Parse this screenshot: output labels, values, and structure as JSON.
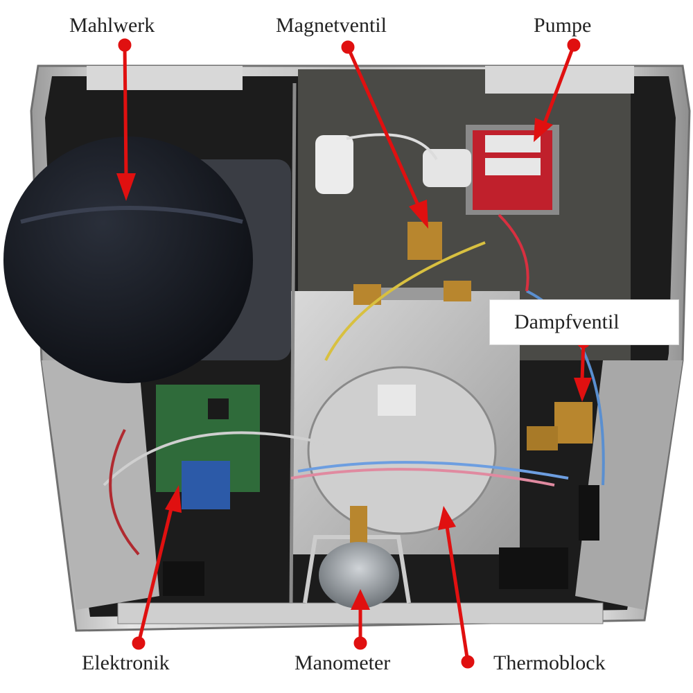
{
  "labels": {
    "mahlwerk": "Mahlwerk",
    "magnetventil": "Magnetventil",
    "pumpe": "Pumpe",
    "dampfventil": "Dampfventil",
    "elektronik": "Elektronik",
    "manometer": "Manometer",
    "thermoblock": "Thermoblock"
  },
  "colors": {
    "arrow": "#e01010",
    "label_text": "#222222",
    "housing_steel": "#c8c8c8",
    "interior_dark": "#1a1a1a",
    "grinder_disc": "#161a22",
    "pump_body": "#c0202c",
    "brass": "#b8862e",
    "pcb_green": "#2f6b3a"
  }
}
